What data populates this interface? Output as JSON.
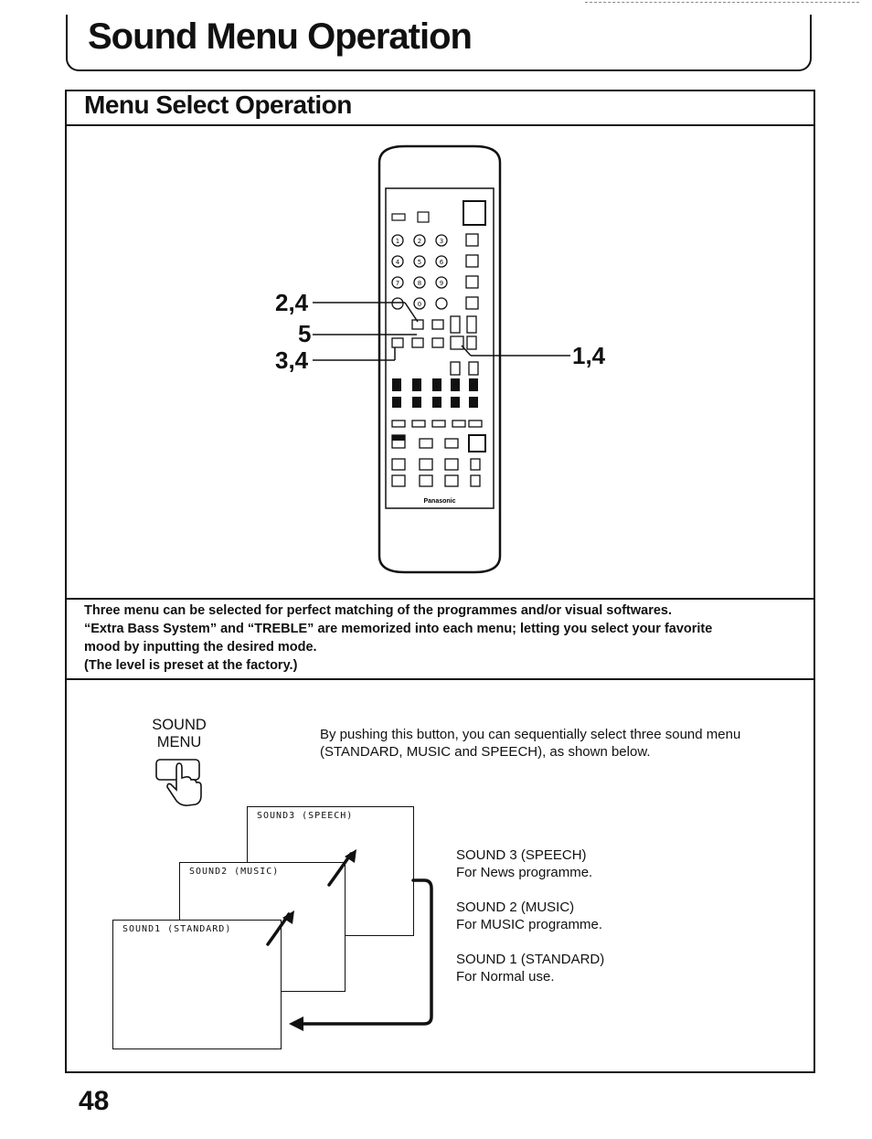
{
  "header": {
    "title": "Sound Menu Operation"
  },
  "section": {
    "title": "Menu Select Operation"
  },
  "remote": {
    "brand": "Panasonic",
    "callouts": {
      "left_top": "2,4",
      "left_mid": "5",
      "left_bottom": "3,4",
      "right": "1,4"
    }
  },
  "description": {
    "lines": [
      "Three menu can be selected for perfect matching of the programmes and/or visual softwares.",
      "“Extra Bass System” and “TREBLE” are memorized into each menu; letting you select your favorite",
      "mood by inputting the desired mode.",
      "(The level is preset at the factory.)"
    ]
  },
  "sound_button": {
    "label_line1": "SOUND",
    "label_line2": "MENU",
    "icon": "hand-pressing-button-icon",
    "description_line1": "By pushing this button, you can sequentially select three sound menu",
    "description_line2": "(STANDARD, MUSIC and SPEECH), as shown below."
  },
  "screens": [
    {
      "label": "SOUND1 (STANDARD)"
    },
    {
      "label": "SOUND2 (MUSIC)"
    },
    {
      "label": "SOUND3 (SPEECH)"
    }
  ],
  "modes": [
    {
      "name": "SOUND 3 (SPEECH)",
      "desc": "For News programme."
    },
    {
      "name": "SOUND 2 (MUSIC)",
      "desc": "For MUSIC programme."
    },
    {
      "name": "SOUND 1 (STANDARD)",
      "desc": "For Normal use."
    }
  ],
  "footer": {
    "page_number": "48"
  }
}
